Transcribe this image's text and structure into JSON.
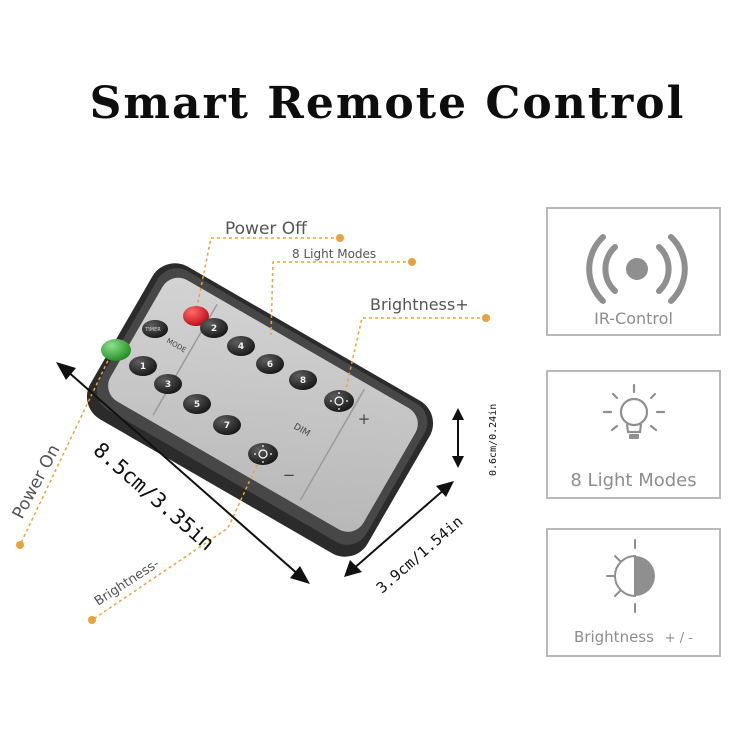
{
  "title": "Smart Remote Control",
  "callouts": {
    "power_off": "Power Off",
    "light_modes": "8 Light Modes",
    "brightness_plus": "Brightness+",
    "power_on": "Power On",
    "brightness_minus": "Brightness-"
  },
  "dimensions": {
    "length": "8.5cm/3.35in",
    "width": "3.9cm/1.54in",
    "thickness": "0.6cm/0.24in"
  },
  "remote": {
    "mode_label": "MODE",
    "timer_label": "TIMER",
    "dim_label": "DIM",
    "plus_label": "+",
    "minus_label": "−",
    "number_keys": [
      "1",
      "2",
      "3",
      "4",
      "5",
      "6",
      "7",
      "8"
    ]
  },
  "features": [
    {
      "label": "IR-Control",
      "icon": "ir-signal-icon"
    },
    {
      "label": "8 Light Modes",
      "icon": "lightbulb-icon"
    },
    {
      "label": "Brightness",
      "suffix": "+ / -",
      "icon": "brightness-icon"
    }
  ],
  "colors": {
    "callout_line": "#e8a33c",
    "power_off_button": "#d8141e",
    "power_on_button": "#2aa52a",
    "remote_body": "#3b3b3b",
    "remote_face": "#c7c7c7"
  }
}
